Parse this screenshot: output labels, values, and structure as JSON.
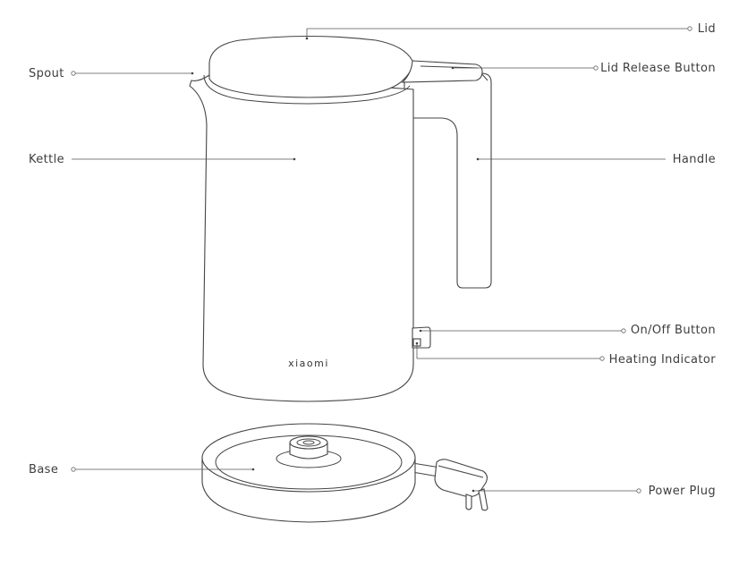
{
  "brand": "xiaomi",
  "labels": {
    "lid": "Lid",
    "lid_release": "Lid Release Button",
    "spout": "Spout",
    "kettle": "Kettle",
    "handle": "Handle",
    "on_off": "On/Off Button",
    "heating": "Heating Indicator",
    "base": "Base",
    "power_plug": "Power Plug"
  }
}
